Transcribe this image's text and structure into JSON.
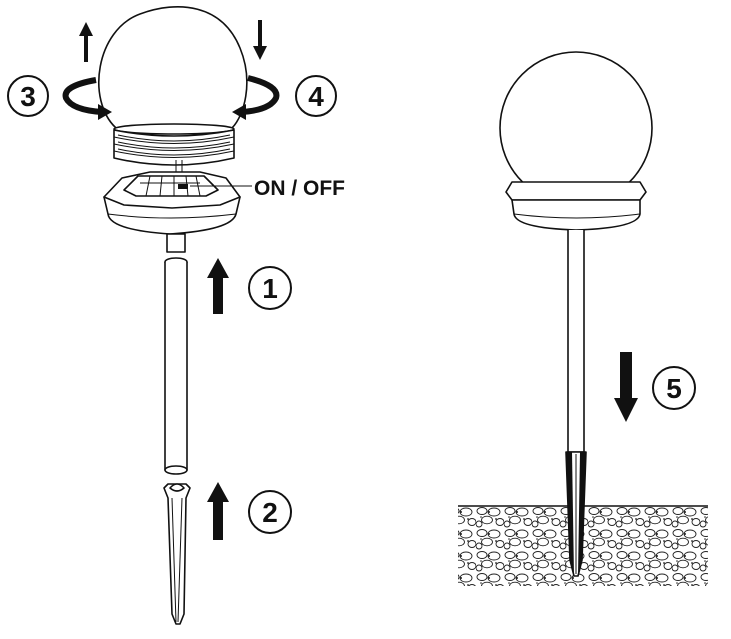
{
  "labels": {
    "switch": "ON / OFF"
  },
  "steps": [
    "1",
    "2",
    "3",
    "4",
    "5"
  ],
  "colors": {
    "ink": "#111111",
    "background": "#ffffff"
  }
}
